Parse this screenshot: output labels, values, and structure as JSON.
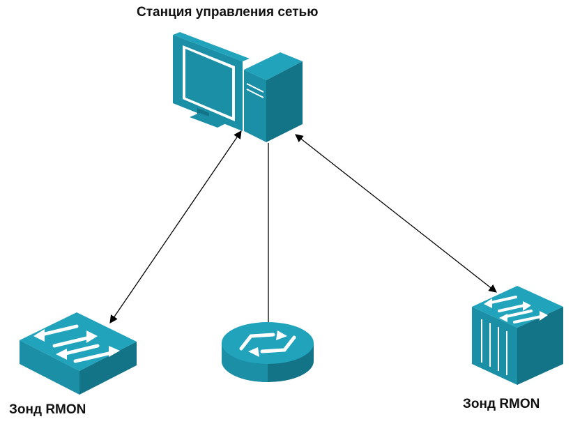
{
  "station": {
    "label": "Станция управления сетью"
  },
  "probes": [
    {
      "label": "Зонд RMON"
    },
    {
      "label": "Зонд RMON"
    }
  ],
  "colors": {
    "device_face": "#1a8fa6",
    "device_side": "#137488",
    "device_top": "#21a3bb",
    "line": "#000000",
    "background": "#ffffff"
  },
  "icons": [
    "workstation-icon",
    "switch-icon",
    "router-icon",
    "multilayer-switch-icon"
  ]
}
